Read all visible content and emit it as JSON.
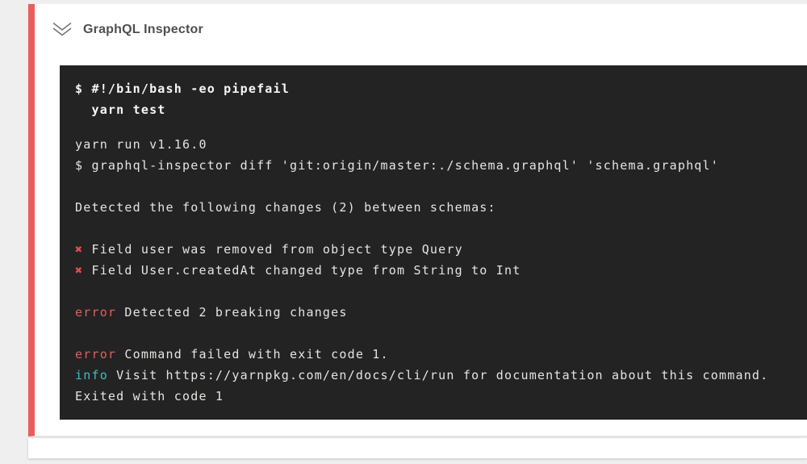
{
  "colors": {
    "page_background": "#efefef",
    "card_background": "#ffffff",
    "failed_accent": "#ee5b5b",
    "terminal_background": "#232323",
    "terminal_text": "#e4e4e2",
    "command_text": "#f7f7f7",
    "error_red": "#e05f5f",
    "cross_red": "#e14d4d",
    "info_cyan": "#45b9c6",
    "title_text": "#4f4f4f",
    "icon_gray": "#757575"
  },
  "step": {
    "title": "GraphQL Inspector",
    "collapse_icon": "chevron-double-down-icon"
  },
  "terminal": {
    "lines": [
      {
        "type": "cmd",
        "text": "$ #!/bin/bash -eo pipefail"
      },
      {
        "type": "cmd",
        "text": "  yarn test"
      },
      {
        "type": "spacer"
      },
      {
        "type": "plain",
        "text": "yarn run v1.16.0"
      },
      {
        "type": "plain",
        "text": "$ graphql-inspector diff 'git:origin/master:./schema.graphql' 'schema.graphql'"
      },
      {
        "type": "blank"
      },
      {
        "type": "plain",
        "text": "Detected the following changes (2) between schemas:"
      },
      {
        "type": "blank"
      },
      {
        "type": "prefixed",
        "prefix": "✖",
        "prefix_color": "cross",
        "text": " Field user was removed from object type Query"
      },
      {
        "type": "prefixed",
        "prefix": "✖",
        "prefix_color": "cross",
        "text": " Field User.createdAt changed type from String to Int"
      },
      {
        "type": "blank"
      },
      {
        "type": "prefixed",
        "prefix": "error",
        "prefix_color": "red",
        "text": " Detected 2 breaking changes"
      },
      {
        "type": "blank"
      },
      {
        "type": "prefixed",
        "prefix": "error",
        "prefix_color": "red",
        "text": " Command failed with exit code 1."
      },
      {
        "type": "prefixed",
        "prefix": "info",
        "prefix_color": "cyan",
        "text": " Visit https://yarnpkg.com/en/docs/cli/run for documentation about this command."
      },
      {
        "type": "plain",
        "text": "Exited with code 1"
      }
    ]
  }
}
